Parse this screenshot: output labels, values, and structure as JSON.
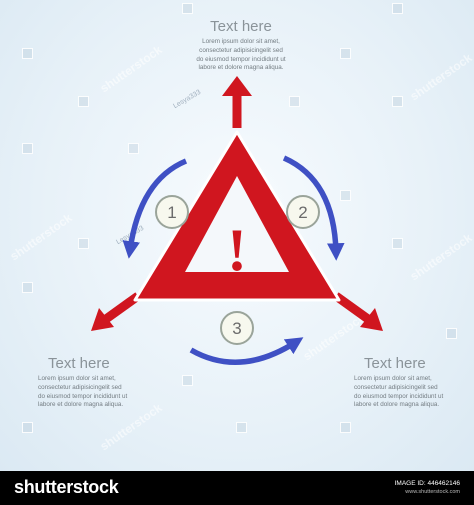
{
  "blocks": {
    "top": {
      "heading": "Text here",
      "body": "Lorem ipsum dolor sit amet,\nconsectetur adipisicingelit sed\ndo eiusmod tempor incididunt ut\nlabore et dolore magna aliqua."
    },
    "left": {
      "heading": "Text here",
      "body": "Lorem ipsum dolor sit amet,\nconsectetur adipisicingelit sed\ndo eiusmod tempor incididunt ut\nlabore et dolore magna aliqua."
    },
    "right": {
      "heading": "Text here",
      "body": "Lorem ipsum dolor sit amet,\nconsectetur adipisicingelit sed\ndo eiusmod tempor incididunt ut\nlabore et dolore magna aliqua."
    }
  },
  "steps": [
    "1",
    "2",
    "3"
  ],
  "center_symbol": "!",
  "watermark": {
    "brand": "shutterstock",
    "author": "Lesya333"
  },
  "footer": {
    "brand": "shutterstock",
    "image_id": "IMAGE ID: 446462146",
    "site": "www.shutterstock.com"
  },
  "colors": {
    "triangle_red": "#d0161f",
    "arrow_blue": "#3f50c4",
    "circle_stroke": "#9aa49a",
    "background": "#e9f2f9",
    "footer_bg": "#000000"
  },
  "icons": {
    "warning": "warning-triangle-icon",
    "cycle": "cycle-arrows-icon",
    "direction": "arrow-icon"
  }
}
